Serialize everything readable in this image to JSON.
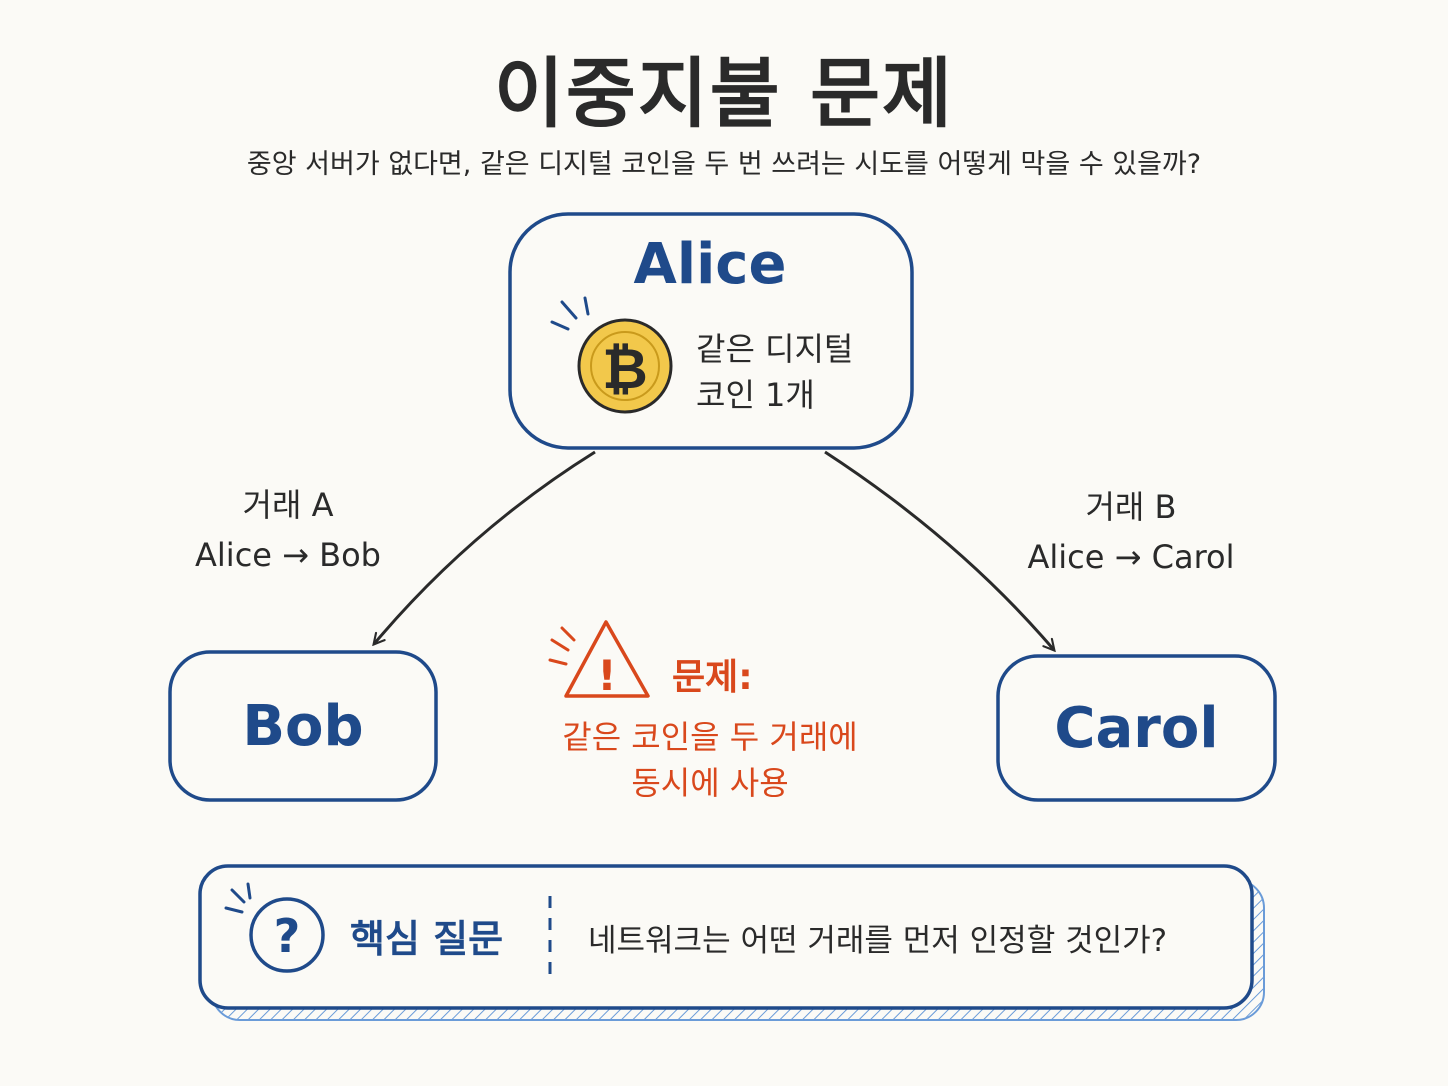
{
  "title": "이중지불 문제",
  "subtitle": "중앙 서버가 없다면, 같은 디지털 코인을 두 번 쓰려는 시도를 어떻게 막을 수 있을까?",
  "nodes": {
    "alice": {
      "name": "Alice",
      "coin_line1": "같은 디지털",
      "coin_line2": "코인 1개",
      "coin_symbol": "₿"
    },
    "bob": {
      "name": "Bob"
    },
    "carol": {
      "name": "Carol"
    }
  },
  "transactions": {
    "a": {
      "title": "거래 A",
      "route": "Alice → Bob"
    },
    "b": {
      "title": "거래 B",
      "route": "Alice → Carol"
    }
  },
  "problem": {
    "heading": "문제:",
    "line1": "같은 코인을 두 거래에",
    "line2": "동시에 사용",
    "icon_mark": "!"
  },
  "question": {
    "icon_mark": "?",
    "heading": "핵심 질문",
    "text": "네트워크는 어떤 거래를 먼저 인정할 것인가?"
  },
  "colors": {
    "navy": "#1f4a8a",
    "alert": "#d9481c",
    "coin": "#f2c84b",
    "background": "#fbfaf6"
  }
}
